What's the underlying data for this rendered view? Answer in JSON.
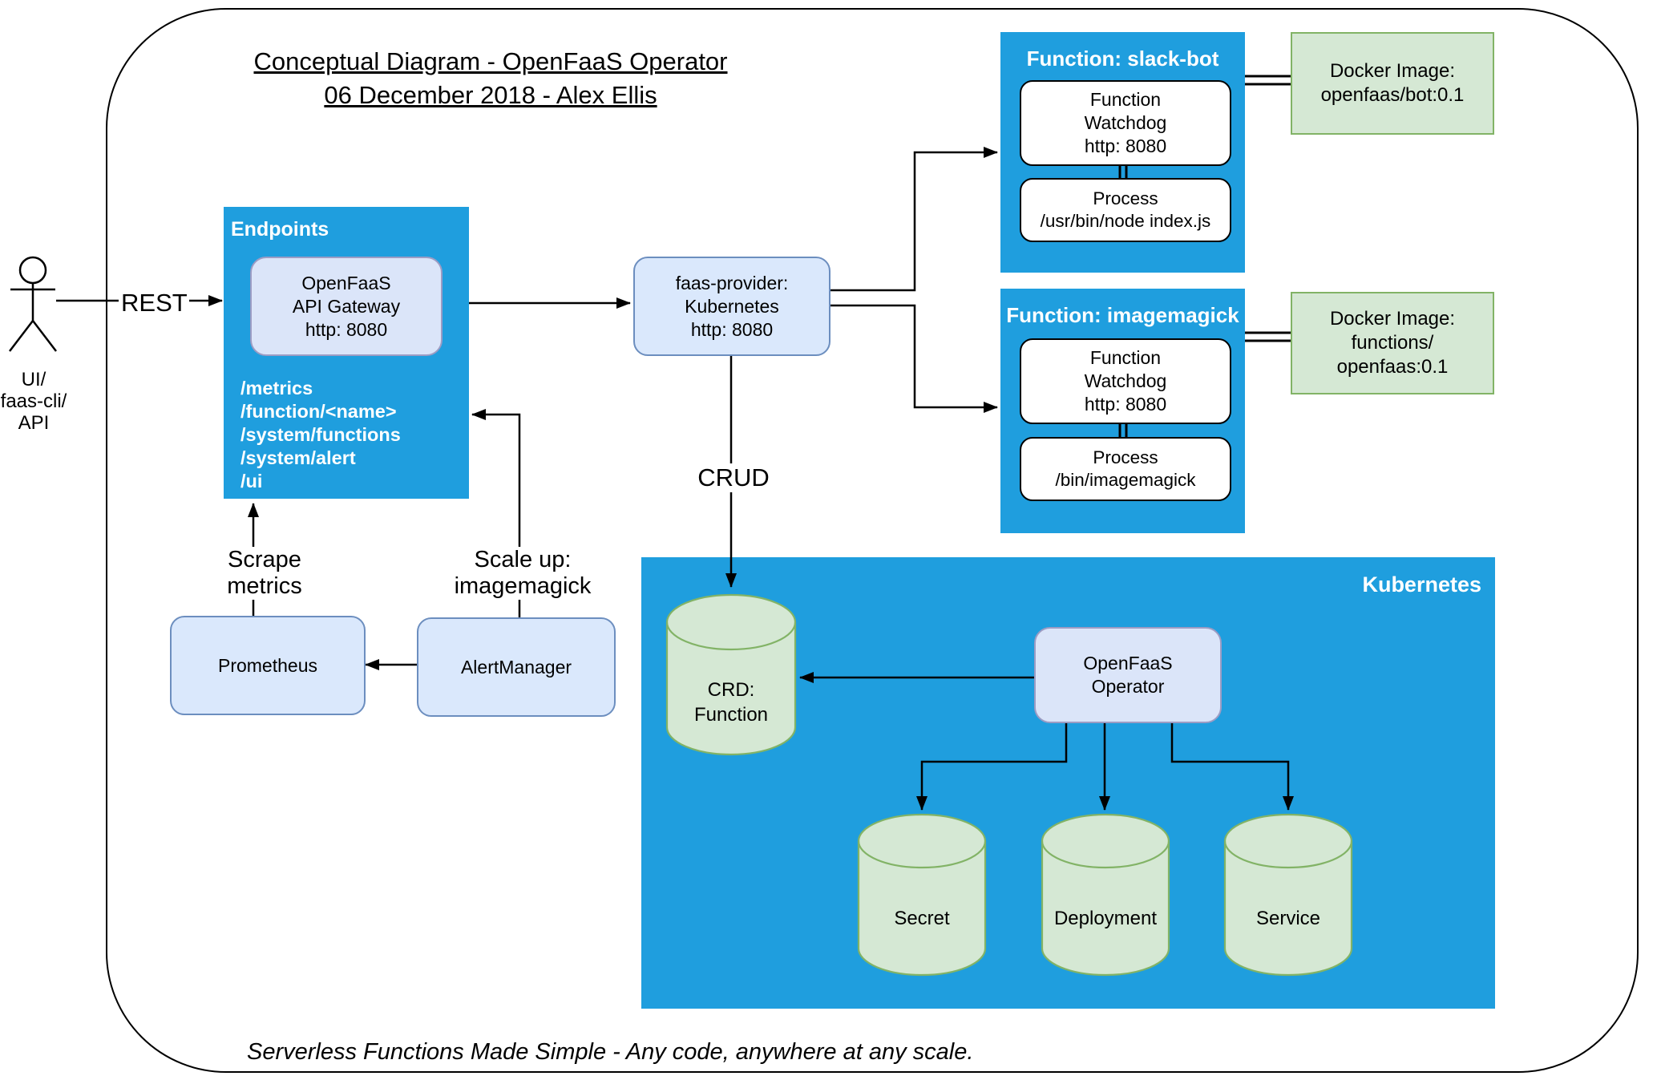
{
  "title": {
    "line1": "Conceptual Diagram - OpenFaaS Operator",
    "line2": "06 December 2018 - Alex Ellis"
  },
  "footer": "Serverless Functions Made Simple - Any code, anywhere at any scale.",
  "actor": {
    "label": "UI/\nfaas-cli/\nAPI"
  },
  "labels": {
    "rest": "REST",
    "crud": "CRUD",
    "scrape": "Scrape\nmetrics",
    "scale_up": "Scale up:\nimagemagick"
  },
  "endpoints": {
    "title": "Endpoints",
    "gateway": "OpenFaaS\nAPI Gateway\nhttp: 8080",
    "paths": [
      "/metrics",
      "/function/<name>",
      "/system/functions",
      "/system/alert",
      "/ui"
    ]
  },
  "faas_provider": {
    "label": "faas-provider:\nKubernetes\nhttp: 8080"
  },
  "functions": [
    {
      "title": "Function: slack-bot",
      "watchdog": "Function\nWatchdog\nhttp: 8080",
      "process": "Process\n/usr/bin/node index.js",
      "docker": "Docker Image:\nopenfaas/bot:0.1"
    },
    {
      "title": "Function: imagemagick",
      "watchdog": "Function\nWatchdog\nhttp: 8080",
      "process": "Process\n/bin/imagemagick",
      "docker": "Docker Image:\nfunctions/\nopenfaas:0.1"
    }
  ],
  "monitoring": {
    "prometheus": "Prometheus",
    "alertmanager": "AlertManager"
  },
  "kubernetes": {
    "title": "Kubernetes",
    "crd": "CRD:\nFunction",
    "operator": "OpenFaaS\nOperator",
    "resources": [
      "Secret",
      "Deployment",
      "Service"
    ]
  },
  "colors": {
    "blue": "#1f9ede",
    "light_blue_fill": "#dae8fc",
    "light_blue_border": "#6c8ebf",
    "pale_fill": "#dbe5f9",
    "pale_border": "#9c9cc4",
    "green_fill": "#d5e8d4",
    "green_border": "#82b366"
  }
}
